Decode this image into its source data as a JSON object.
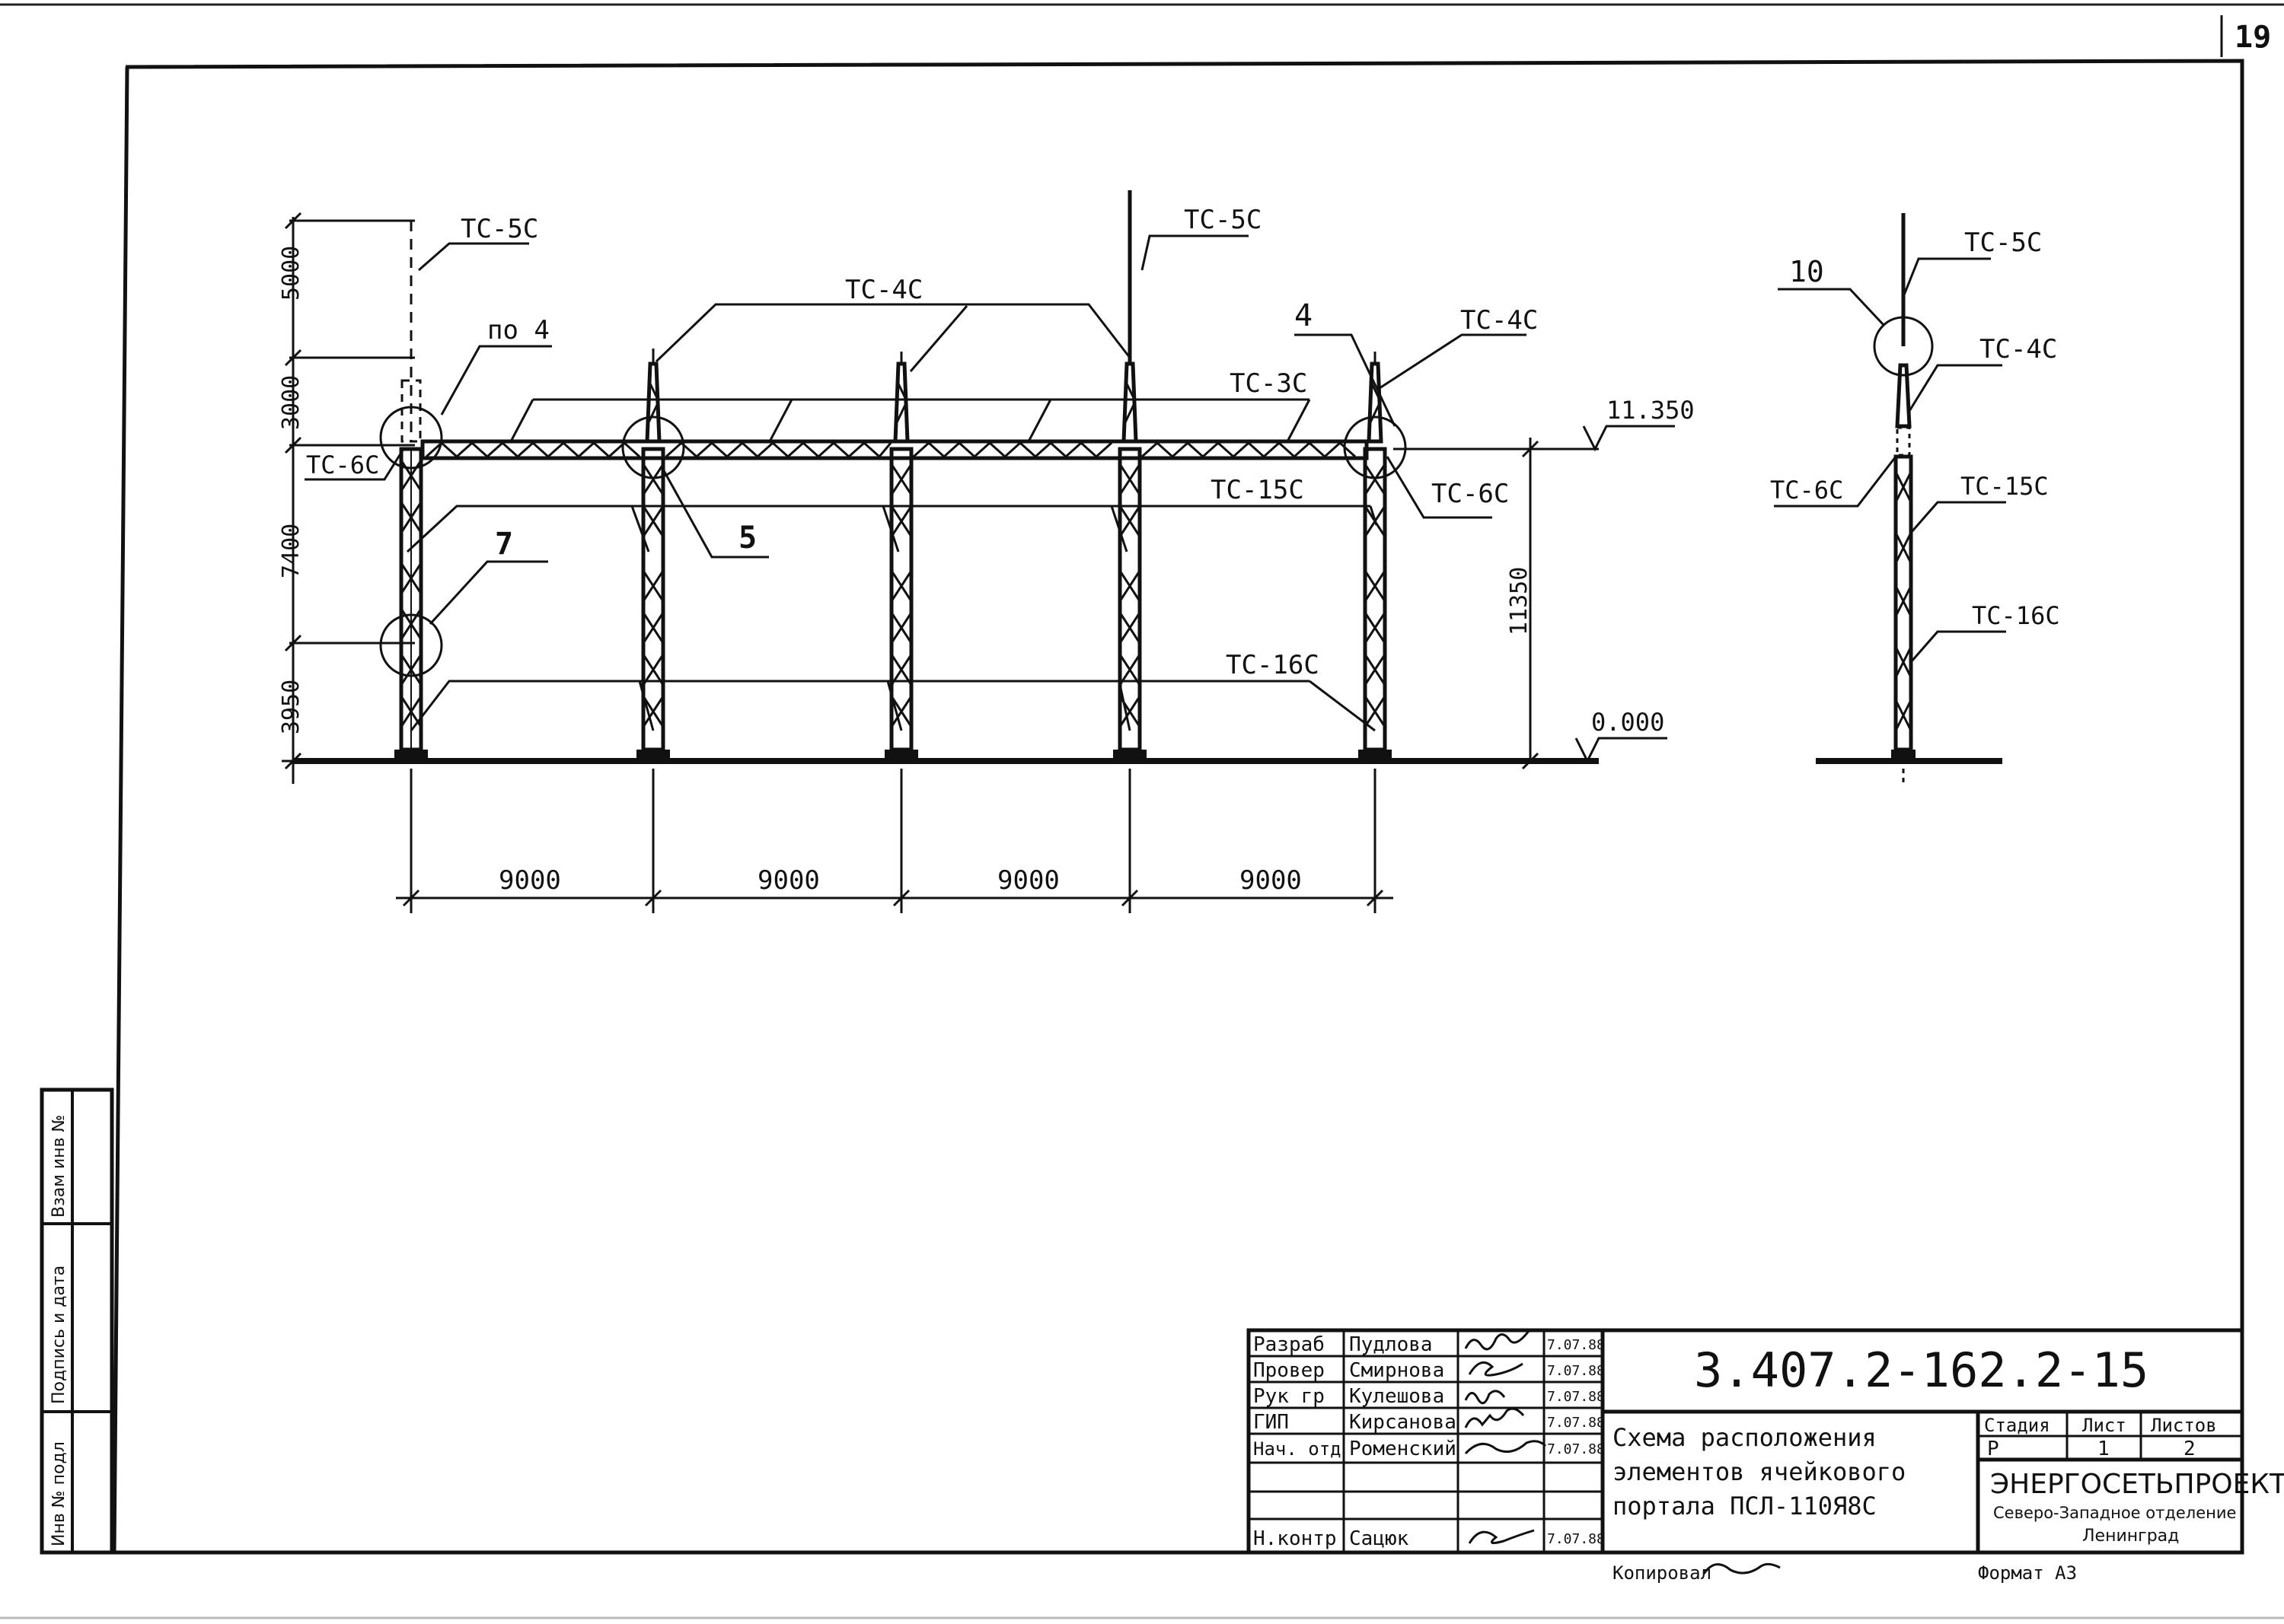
{
  "sheet_number": "19",
  "elements": {
    "tc5c": "ТС-5С",
    "tc4c": "ТС-4С",
    "tc3c": "ТС-3С",
    "tc6c": "ТС-6С",
    "tc15c": "ТС-15С",
    "tc16c": "ТС-16С"
  },
  "callouts": {
    "po4": "по 4",
    "n4": "4",
    "n5": "5",
    "n7": "7",
    "n10": "10"
  },
  "dimensions": {
    "vertical": [
      "5000",
      "3000",
      "7400",
      "3950"
    ],
    "overall_height": "11350",
    "level_top": "11.350",
    "level_ground": "0.000",
    "spans": [
      "9000",
      "9000",
      "9000",
      "9000"
    ]
  },
  "side_strip": {
    "field1": "Взам инв №",
    "field2": "Подпись и дата",
    "field3": "Инв № подл"
  },
  "title_block": {
    "rows": [
      {
        "role": "Разраб",
        "name": "Пудлова",
        "date": "7.07.88"
      },
      {
        "role": "Провер",
        "name": "Смирнова",
        "date": "7.07.88"
      },
      {
        "role": "Рук гр",
        "name": "Кулешова",
        "date": "7.07.88"
      },
      {
        "role": "ГИП",
        "name": "Кирсанова",
        "date": "7.07.88"
      },
      {
        "role": "Нач. отд",
        "name": "Роменский",
        "date": "7.07.88"
      },
      {
        "role": "",
        "name": "",
        "date": ""
      },
      {
        "role": "",
        "name": "",
        "date": ""
      },
      {
        "role": "Н.контр",
        "name": "Сацюк",
        "date": "7.07.88"
      }
    ],
    "designation": "3.407.2-162.2-15",
    "title_line1": "Схема расположения",
    "title_line2": "элементов ячейкового",
    "title_line3": "портала ПСЛ-110Я8С",
    "stage_label": "Стадия",
    "sheet_label": "Лист",
    "sheets_label": "Листов",
    "stage": "Р",
    "sheet": "1",
    "sheets": "2",
    "org_name": "ЭНЕРГОСЕТЬПРОЕКТ",
    "org_branch": "Северо-Западное отделение",
    "org_city": "Ленинград",
    "copied_label": "Копировал",
    "format_label": "Формат А3"
  }
}
